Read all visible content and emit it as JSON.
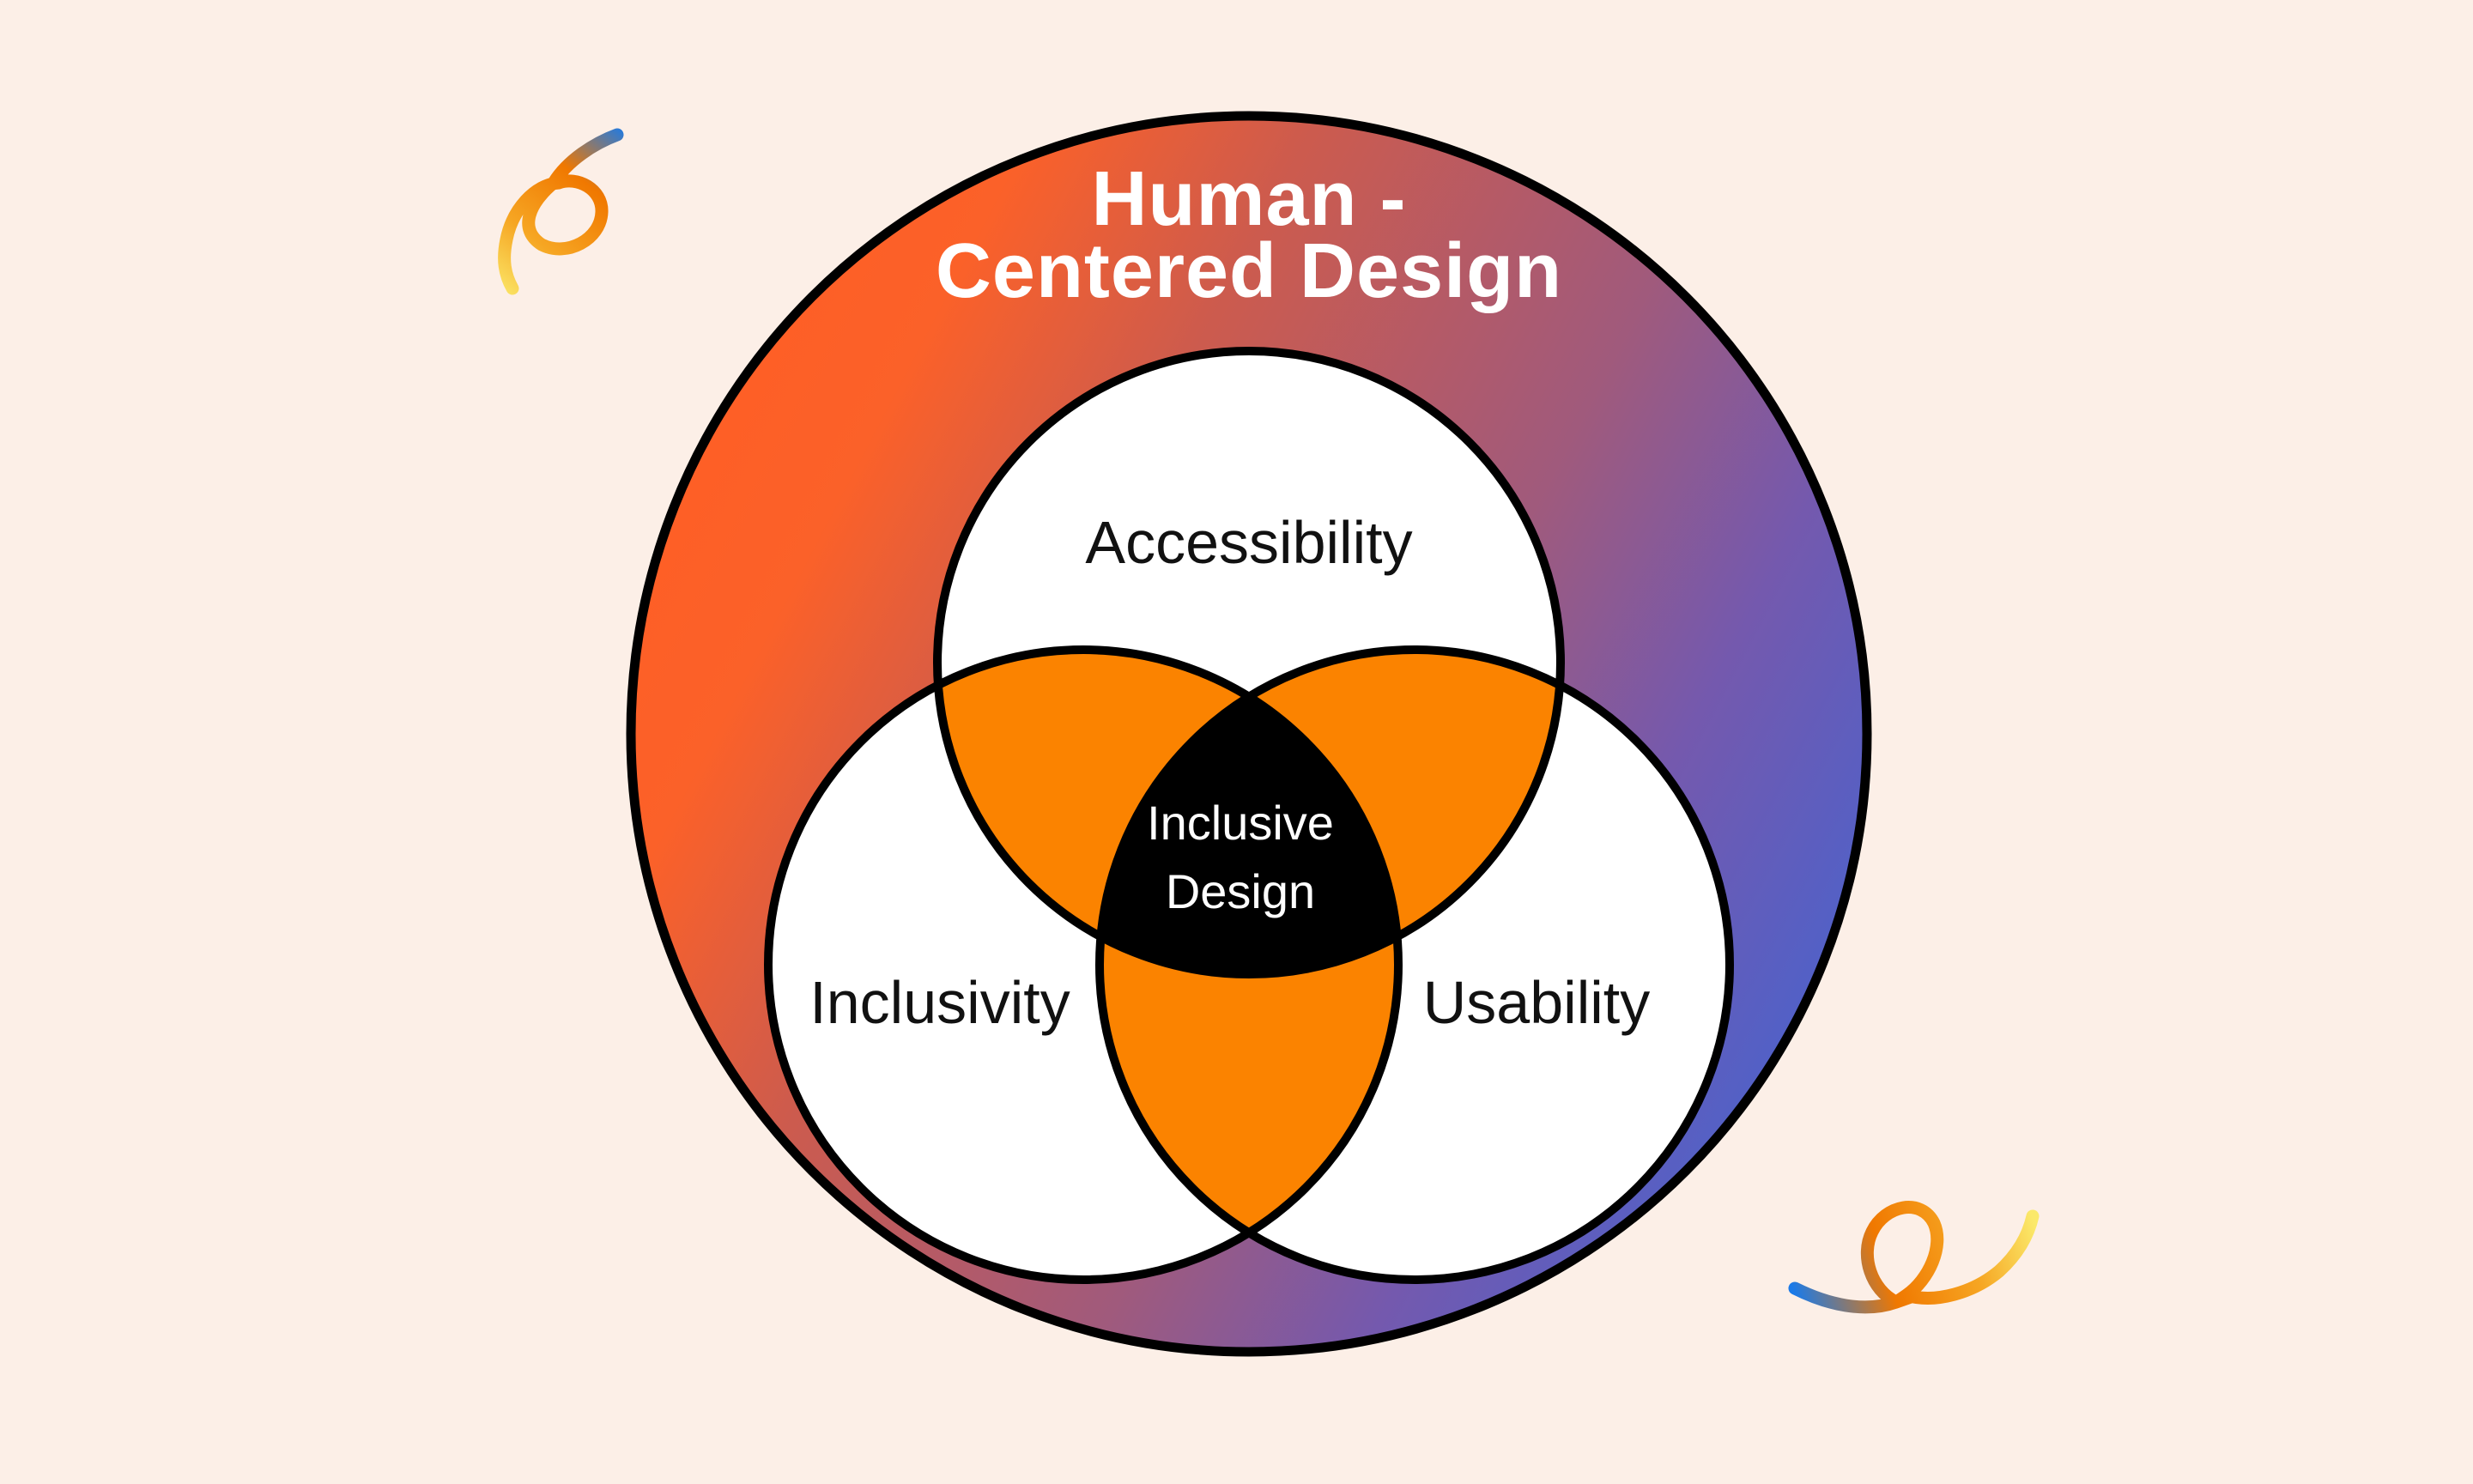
{
  "page": {
    "background_color": "#FCEFE7"
  },
  "diagram": {
    "type": "venn",
    "title": {
      "line1": "Human -",
      "line2": "Centered Design",
      "color": "#FFFFFF"
    },
    "outer_ring": {
      "gradient": [
        "#FF5E25",
        "#FB6129",
        "#CD5B4D",
        "#A05A7C",
        "#7459AE",
        "#5061C8"
      ],
      "stroke_color": "#000000"
    },
    "sets": [
      {
        "label": "Accessibility"
      },
      {
        "label": "Inclusivity"
      },
      {
        "label": "Usability"
      }
    ],
    "set_fill": "#FFFFFF",
    "set_label_color": "#111111",
    "pair_overlap_color": "#FB8300",
    "center_overlap": {
      "fill": "#000000",
      "line1": "Inclusive",
      "line2": "Design",
      "text_color": "#FFFFFF"
    }
  },
  "decorations": {
    "squiggle_top_left": {
      "colors": [
        "#1B7AE8",
        "#F07800",
        "#F6A623",
        "#FBE96A"
      ]
    },
    "squiggle_bottom_right": {
      "colors": [
        "#1B7AE8",
        "#F07800",
        "#F6A623",
        "#FBE96A"
      ]
    }
  }
}
